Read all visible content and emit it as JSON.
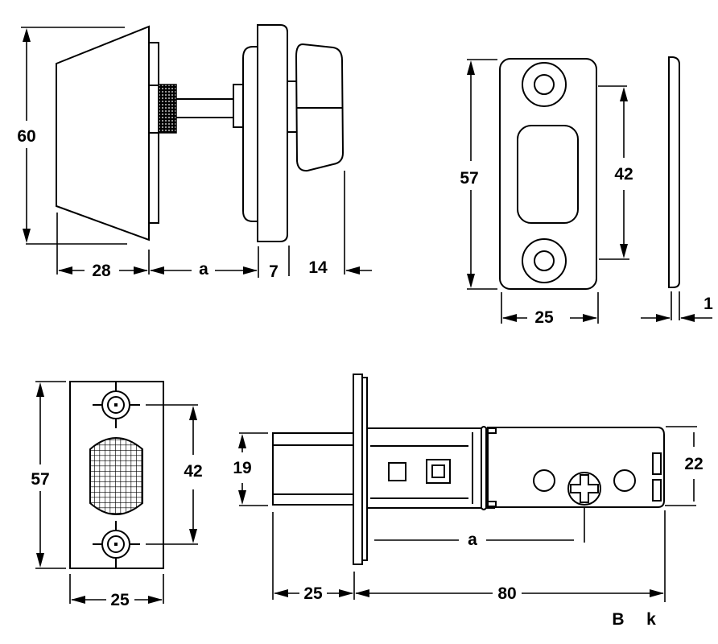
{
  "title": "Deadbolt lock technical drawing with dimensions (mm)",
  "views": {
    "deadbolt_side": {
      "height_label": "60",
      "cylinder_depth_label": "28",
      "door_thickness_label": "a",
      "rose_depth_label": "7",
      "thumbturn_depth_label": "14"
    },
    "strike_plate": {
      "height_label": "57",
      "hole_spacing_label": "42",
      "width_label": "25",
      "thickness_label": "1"
    },
    "faceplate": {
      "height_label": "57",
      "hole_spacing_label": "42",
      "width_label": "25"
    },
    "latch_body": {
      "bolt_height_label": "19",
      "body_height_label": "22",
      "bolt_throw_label": "25",
      "backset_label": "80",
      "door_thickness_label": "a"
    }
  },
  "footer": {
    "code_b": "B",
    "code_k": "k"
  },
  "colors": {
    "line": "#000000",
    "background": "#ffffff"
  }
}
